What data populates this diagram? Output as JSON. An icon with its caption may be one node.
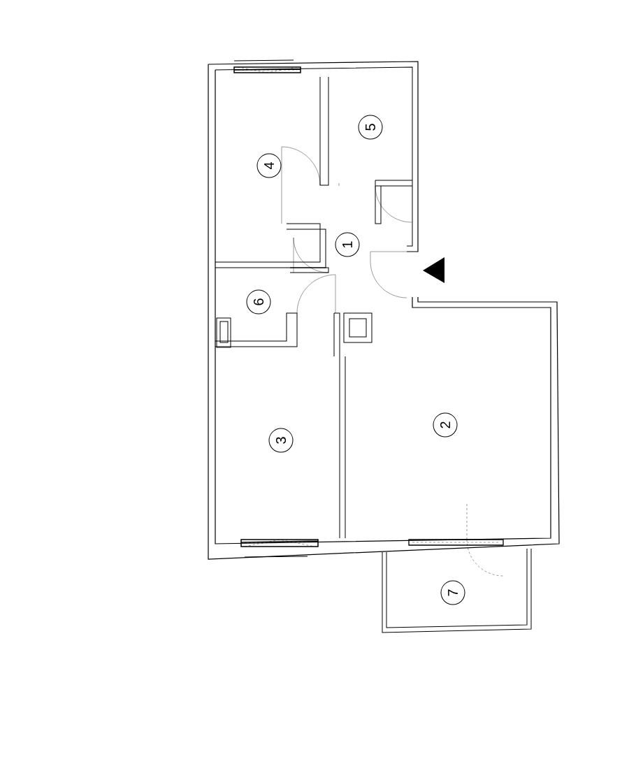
{
  "diagram": {
    "labels": [
      "1",
      "2",
      "3",
      "4",
      "5",
      "6",
      "7"
    ]
  }
}
